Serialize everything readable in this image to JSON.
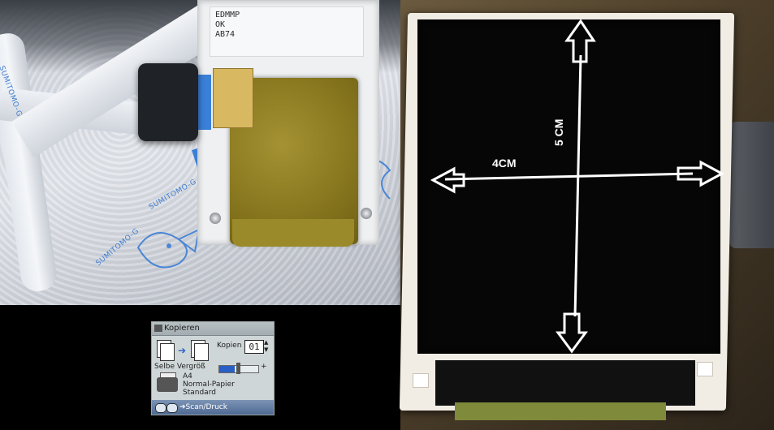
{
  "module_label": {
    "line1": "EDMMP",
    "line2": "OK",
    "line3": "AB74"
  },
  "ribbon_print": {
    "text_1": "SUMITOMO-G",
    "text_2": "SUMITOMO-G",
    "text_3": "SUMITOMO-G"
  },
  "device_screen": {
    "title": "Kopieren",
    "copies_label": "Kopien",
    "copies_value": "01",
    "zoom_label": "Selbe Vergröß",
    "paper_size": "A4",
    "paper_type": "Normal-Papier",
    "quality": "Standard",
    "footer_action": "➔Scan/Druck"
  },
  "dimensions": {
    "width_label": "4CM",
    "height_label": "5 CM"
  },
  "colors": {
    "arrow": "#ffffff",
    "lcd_glass": "#060606",
    "frame": "#f1ede4",
    "ribbon_print": "#3f7ed0",
    "pcb": "#8b7a20"
  }
}
